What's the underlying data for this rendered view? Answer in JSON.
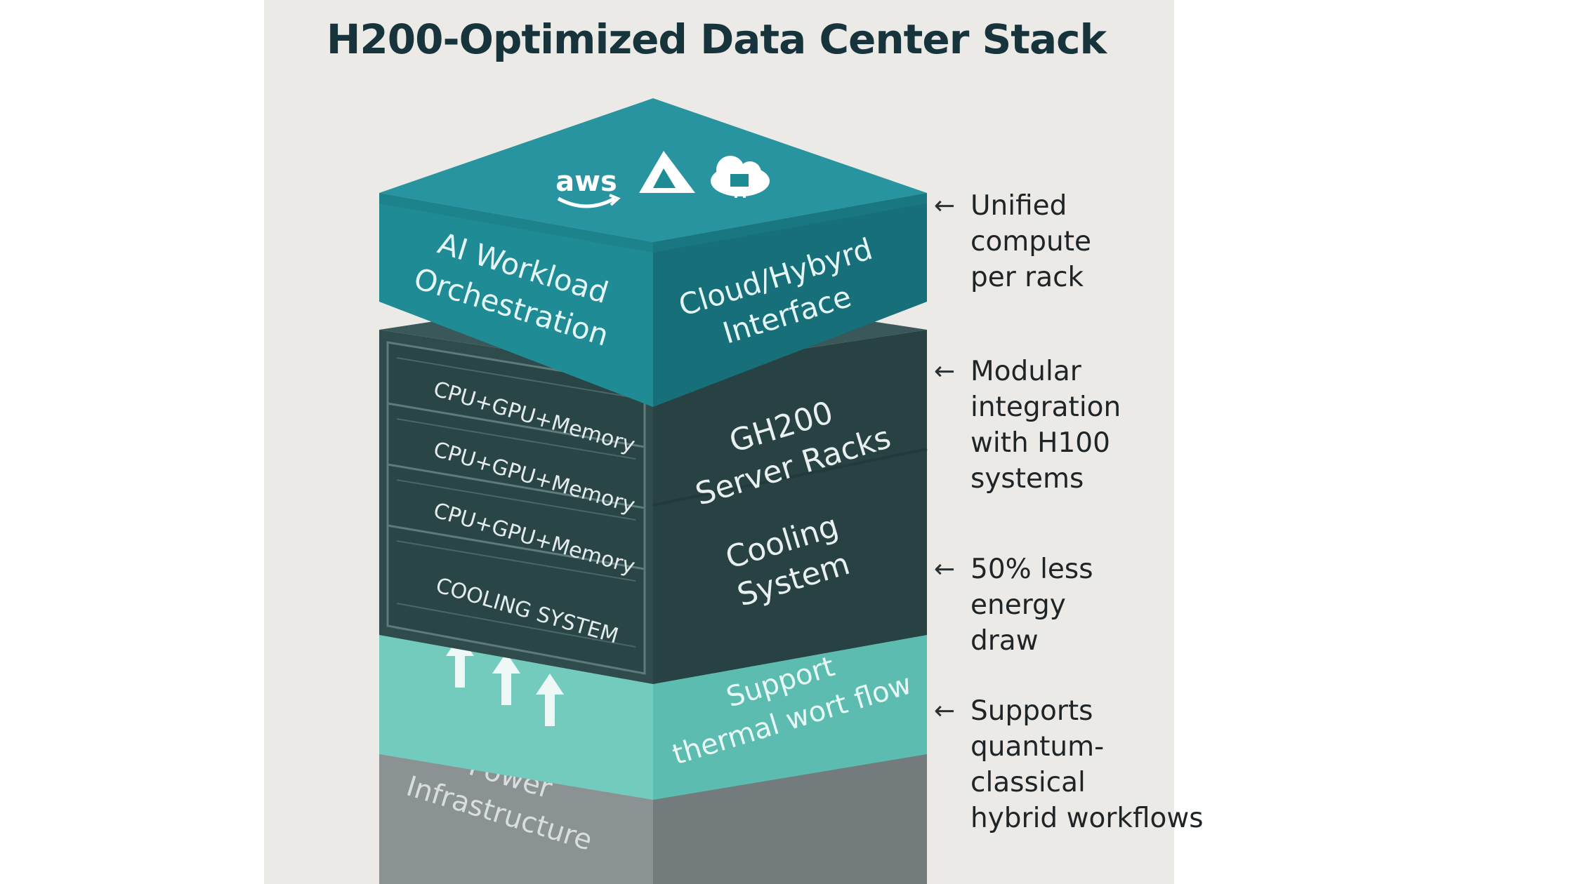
{
  "title": "H200-Optimized Data Center Stack",
  "layers": {
    "top": {
      "left_face": [
        "AI Workload",
        "Orchestration"
      ],
      "right_face": [
        "Cloud/Hybyrd",
        "Interface"
      ],
      "logos": {
        "aws_text": "aws",
        "icons": [
          "aws-logo-icon",
          "azure-logo-icon",
          "cloud-gear-icon"
        ]
      }
    },
    "racks": {
      "left_face_slots": [
        "CPU+GPU+Memory",
        "CPU+GPU+Memory",
        "CPU+GPU+Memory",
        "COOLING SYSTEM"
      ],
      "right_face_upper": [
        "GH200",
        "Server Racks"
      ],
      "right_face_lower": [
        "Cooling",
        "System"
      ]
    },
    "support": {
      "right_face": [
        "Support",
        "thermal wort flow"
      ],
      "arrows_icon": "up-arrow-icon"
    },
    "power": {
      "left_face": [
        "Power",
        "Infrastructure"
      ]
    }
  },
  "annotations": [
    {
      "arrow": "←",
      "text": "Unified\ncompute\nper rack"
    },
    {
      "arrow": "←",
      "text": "Modular\nintegration\nwith H100\nsystems"
    },
    {
      "arrow": "←",
      "text": "50% less\nenergy\ndraw"
    },
    {
      "arrow": "←",
      "text": "Supports\nquantum-\nclassical\nhybrid workflows"
    }
  ],
  "colors": {
    "background": "#ebeae7",
    "top_teal": "#1c8a93",
    "rack_dark": "#2e4b4c",
    "support_mint": "#6cc9bb",
    "power_gray": "#8f9697",
    "title": "#17333b"
  }
}
